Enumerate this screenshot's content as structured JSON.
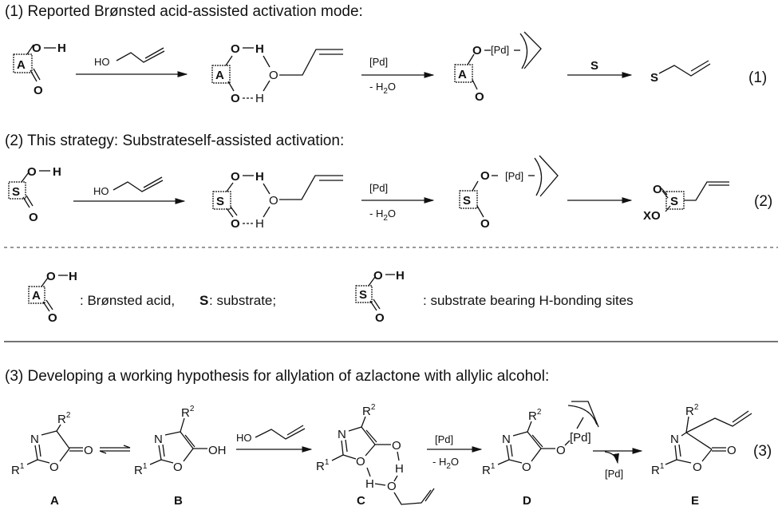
{
  "section1": {
    "title": "(1) Reported Brønsted acid-assisted activation mode:",
    "eq_number": "(1)",
    "box_label": "A",
    "reagent": "HO",
    "arrow2_top": "[Pd]",
    "arrow2_bottom": "- H",
    "arrow2_bottom_sub": "2",
    "arrow2_bottom_tail": "O",
    "pd_label": "[Pd]",
    "arrow3_top": "S",
    "product_atom": "S",
    "atoms": {
      "O": "O",
      "H": "H"
    }
  },
  "section2": {
    "title": "(2) This strategy: Substrateself-assisted activation:",
    "eq_number": "(2)",
    "box_label": "S",
    "reagent": "HO",
    "arrow2_top": "[Pd]",
    "arrow2_bottom": "- H",
    "arrow2_bottom_sub": "2",
    "arrow2_bottom_tail": "O",
    "pd_label": "[Pd]",
    "product_o": "O",
    "product_xo": "XO"
  },
  "legend": {
    "box_a": "A",
    "text_a": ": Brønsted acid,",
    "s_bold": "S",
    "s_text": ": substrate;",
    "box_s": "S",
    "text_s": ":  substrate bearing H-bonding sites"
  },
  "section3": {
    "title": "(3) Developing a working hypothesis for allylation of azlactone with allylic alcohol:",
    "eq_number": "(3)",
    "compounds": [
      "A",
      "B",
      "C",
      "D",
      "E"
    ],
    "reagent": "HO",
    "arrow_pd_top": "[Pd]",
    "arrow_pd_bottom": "- H",
    "arrow_pd_sub": "2",
    "arrow_pd_tail": "O",
    "pd_label": "[Pd]",
    "pd_release": "[Pd]",
    "r1": "R",
    "r1_sup": "1",
    "r2": "R",
    "r2_sup": "2",
    "n": "N",
    "o": "O",
    "oh": "OH",
    "h": "H"
  }
}
